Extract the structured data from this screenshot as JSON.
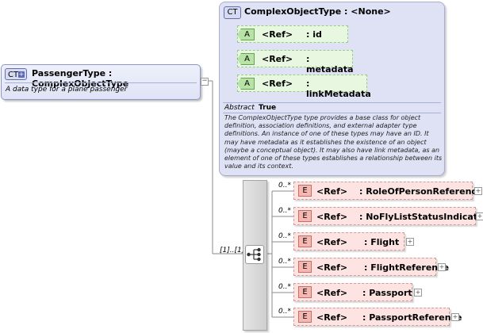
{
  "passenger_type": {
    "badge": "CT",
    "title": "PassengerType : ComplexObjectType",
    "documentation": "A data type for a plane passenger"
  },
  "complex_object_type": {
    "badge": "CT",
    "title": "ComplexObjectType : <None>",
    "attributes": [
      {
        "badge": "A",
        "ref": "<Ref>",
        "name": ": id"
      },
      {
        "badge": "A",
        "ref": "<Ref>",
        "name": ": metadata"
      },
      {
        "badge": "A",
        "ref": "<Ref>",
        "name": ": linkMetadata"
      }
    ],
    "abstract_label": "Abstract",
    "abstract_value": "True",
    "documentation": "The ComplexObjectType type provides a base class for object definition, association definitions, and external adapter type definitions. An instance of one of these types may have an ID. It may have metadata as it establishes the existence of an object (maybe a conceptual object). It may also have link metadata, as an element of one of these types establishes a relationship between its value and its context."
  },
  "sequence": {
    "occurrence": "[1]..[1]"
  },
  "elements": [
    {
      "badge": "E",
      "occurrence": "0..*",
      "ref": "<Ref>",
      "name": ": RoleOfPersonReference"
    },
    {
      "badge": "E",
      "occurrence": "0..*",
      "ref": "<Ref>",
      "name": ": NoFlyListStatusIndicator"
    },
    {
      "badge": "E",
      "occurrence": "0..*",
      "ref": "<Ref>",
      "name": ": Flight"
    },
    {
      "badge": "E",
      "occurrence": "0..*",
      "ref": "<Ref>",
      "name": ": FlightReference"
    },
    {
      "badge": "E",
      "occurrence": "0..*",
      "ref": "<Ref>",
      "name": ": Passport"
    },
    {
      "badge": "E",
      "occurrence": "0..*",
      "ref": "<Ref>",
      "name": ": PassportReference"
    }
  ],
  "expand_symbol": "+",
  "collapse_symbol": "−"
}
